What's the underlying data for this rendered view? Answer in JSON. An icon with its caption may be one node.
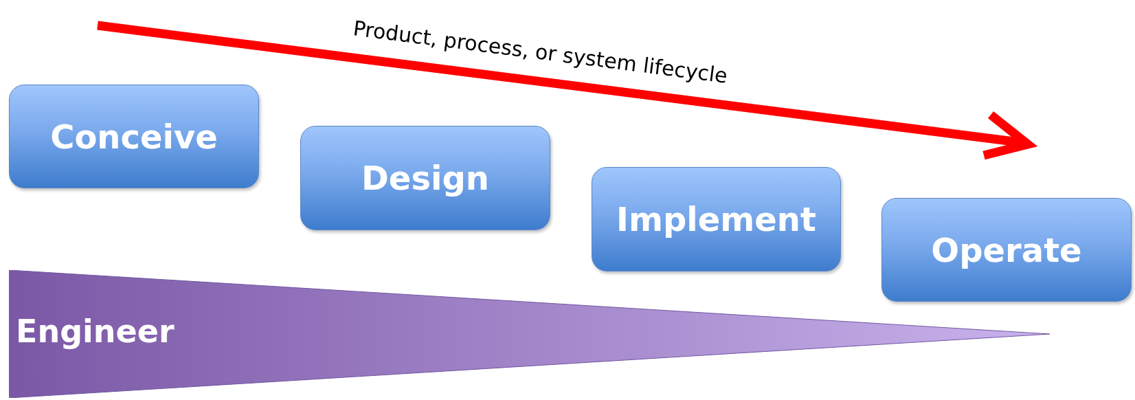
{
  "diagram": {
    "nodes": [
      {
        "text": [
          "Conceive"
        ]
      },
      {
        "text": [
          "Design"
        ]
      },
      {
        "text": [
          "Implement"
        ]
      },
      {
        "text": [
          "Operate"
        ]
      },
      {
        "text": [
          "Engineer"
        ]
      }
    ],
    "labels": [
      "Product, process, or system lifecycle"
    ]
  }
}
